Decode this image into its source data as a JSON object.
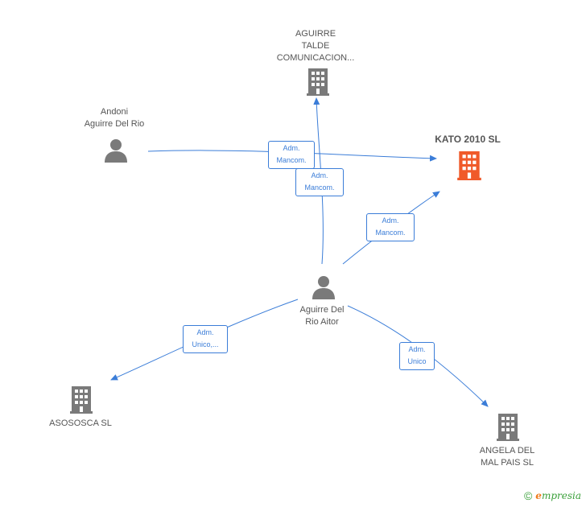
{
  "nodes": {
    "aguirre_talde": {
      "label_lines": [
        "AGUIRRE",
        "TALDE",
        "COMUNICACION..."
      ],
      "type": "company"
    },
    "andoni": {
      "label_lines": [
        "Andoni",
        "Aguirre Del Rio"
      ],
      "type": "person"
    },
    "kato": {
      "label_lines": [
        "KATO 2010 SL"
      ],
      "type": "company",
      "highlight": true
    },
    "aitor": {
      "label_lines": [
        "Aguirre Del",
        "Rio Aitor"
      ],
      "type": "person"
    },
    "asososca": {
      "label_lines": [
        "ASOSOSCA SL"
      ],
      "type": "company"
    },
    "angela": {
      "label_lines": [
        "ANGELA DEL",
        "MAL PAIS SL"
      ],
      "type": "company"
    }
  },
  "edges": {
    "andoni_kato": {
      "label_lines": [
        "Adm.",
        "Mancom."
      ]
    },
    "aitor_talde": {
      "label_lines": [
        "Adm.",
        "Mancom."
      ]
    },
    "aitor_kato": {
      "label_lines": [
        "Adm.",
        "Mancom."
      ]
    },
    "aitor_asososca": {
      "label_lines": [
        "Adm.",
        "Unico,..."
      ]
    },
    "aitor_angela": {
      "label_lines": [
        "Adm.",
        "Unico"
      ]
    }
  },
  "colors": {
    "edge": "#3b7dd8",
    "icon": "#7a7a7a",
    "highlight": "#f05a2a",
    "brand_green": "#3aa03a",
    "brand_orange": "#f07a1a"
  },
  "footer": {
    "copyright": "©",
    "brand_initial": "e",
    "brand_rest": "mpresia"
  }
}
